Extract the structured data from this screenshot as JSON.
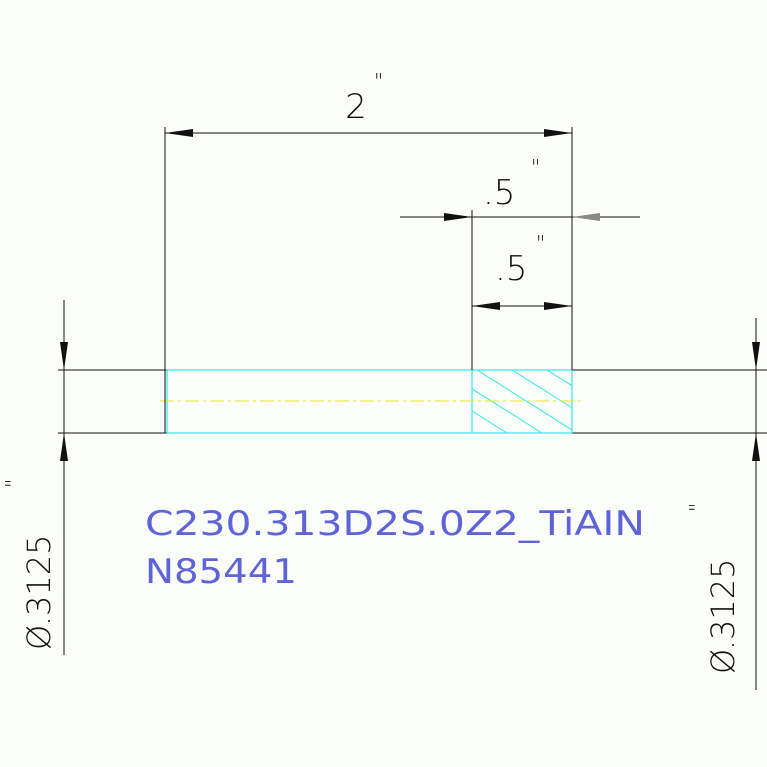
{
  "dimensions": {
    "overall_length": {
      "value": "2",
      "unit_mark": "\""
    },
    "step_length_upper": {
      "value": ".5",
      "unit_mark": "\""
    },
    "step_length_lower": {
      "value": ".5",
      "unit_mark": "\""
    },
    "diameter_left": {
      "value": "Ø.3125",
      "unit_mark": "\""
    },
    "diameter_right": {
      "value": "Ø.3125",
      "unit_mark": "\""
    }
  },
  "part": {
    "code": "C230.313D2S.0Z2_TiAIN",
    "number": "N85441"
  },
  "colors": {
    "background": "#fbfdf8",
    "line": "#111111",
    "tool_outline": "#2ee8ee",
    "centerline": "#e6e62a",
    "part_text": "#5f63d8"
  }
}
